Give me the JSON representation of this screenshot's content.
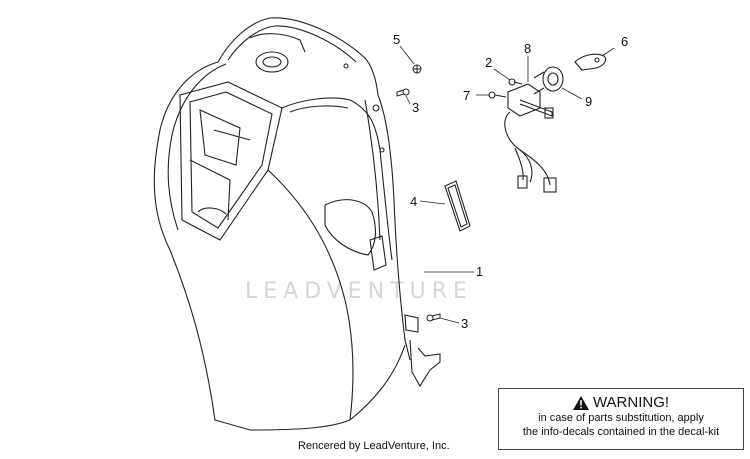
{
  "watermark": "LEADVENTURE",
  "credit": "Rencered by LeadVenture, Inc.",
  "warning": {
    "title": "WARNING!",
    "line1": "in case of parts substitution, apply",
    "line2": "the info-decals contained in the decal-kit"
  },
  "callouts": {
    "c1": "1",
    "c2": "2",
    "c3a": "3",
    "c3b": "3",
    "c4": "4",
    "c5": "5",
    "c6": "6",
    "c7": "7",
    "c8": "8",
    "c9": "9"
  }
}
